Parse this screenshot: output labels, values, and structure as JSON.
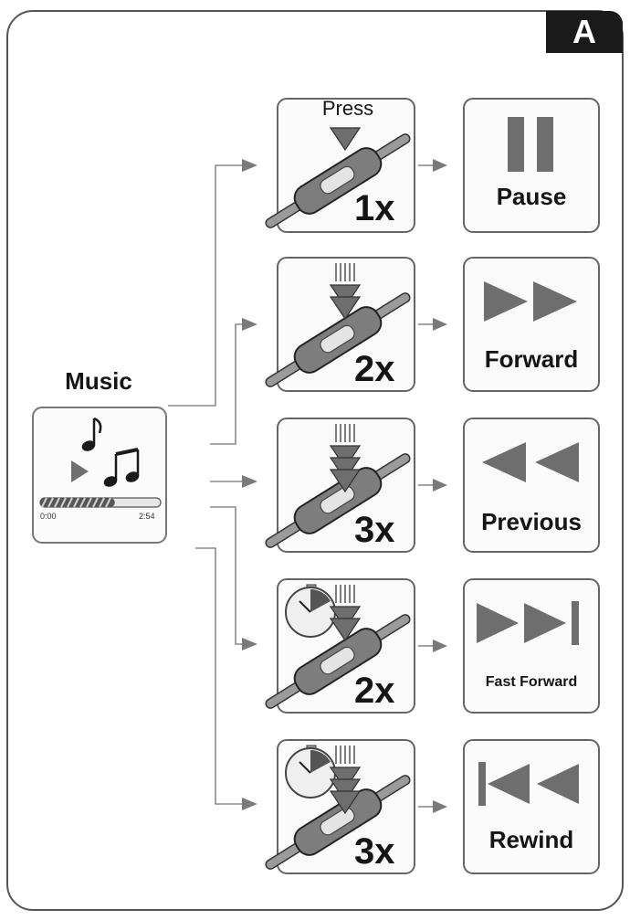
{
  "corner_label": "A",
  "music": {
    "title": "Music",
    "time_start": "0:00",
    "time_end": "2:54",
    "progress": 0.62
  },
  "press_label": "Press",
  "rows": [
    {
      "count": "1x",
      "action": "Pause",
      "timer": false,
      "arrows": 1
    },
    {
      "count": "2x",
      "action": "Forward",
      "timer": false,
      "arrows": 2
    },
    {
      "count": "3x",
      "action": "Previous",
      "timer": false,
      "arrows": 3
    },
    {
      "count": "2x",
      "action": "Fast Forward",
      "timer": true,
      "arrows": 2
    },
    {
      "count": "3x",
      "action": "Rewind",
      "timer": true,
      "arrows": 3
    }
  ],
  "colors": {
    "ink": "#151515",
    "gray": "#6e6e6e",
    "light": "#cfcfcf",
    "line": "#8a8a8a"
  }
}
